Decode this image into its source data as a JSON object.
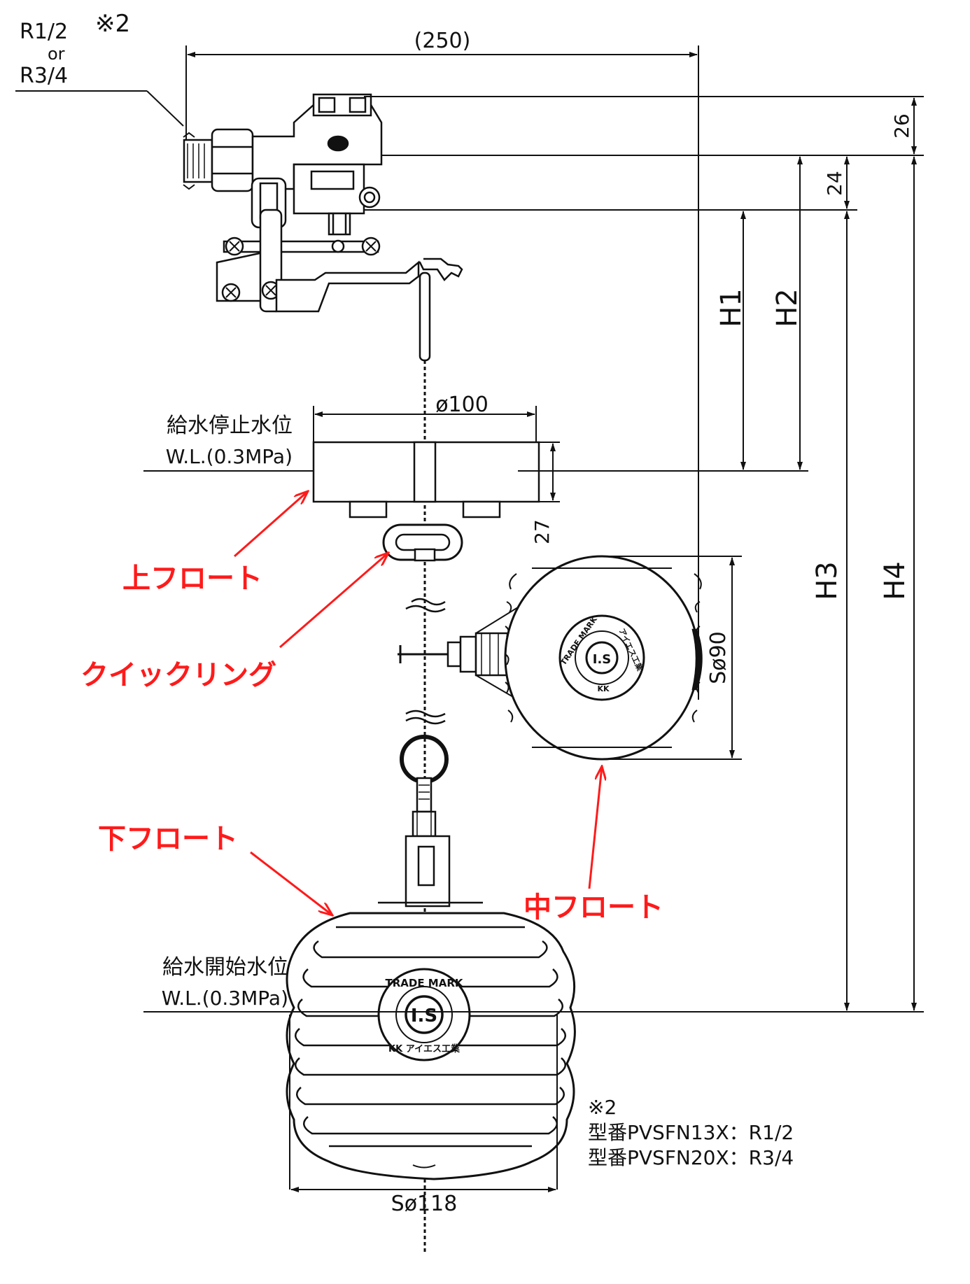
{
  "inlet": {
    "size_a": "R1/2",
    "note_mark": "※2",
    "or": "or",
    "size_b": "R3/4"
  },
  "dims": {
    "width": "(250)",
    "d26": "26",
    "d24": "24",
    "h1": "H1",
    "h2": "H2",
    "h3": "H3",
    "h4": "H4",
    "upper_dia": "ø100",
    "upper_h": "27",
    "mid_dia": "Sø90",
    "lower_dia": "Sø118"
  },
  "levels": {
    "stop_jp": "給水停止水位",
    "stop_wl": "W.L.(0.3MPa)",
    "start_jp": "給水開始水位",
    "start_wl": "W.L.(0.3MPa)"
  },
  "callouts": {
    "upper_float": "上フロート",
    "quick_ring": "クイックリング",
    "lower_float": "下フロート",
    "middle_float": "中フロート"
  },
  "trademark": {
    "top": "TRADE MARK",
    "center": "I.S",
    "bottom": "KK アイエス工業",
    "mid_top": "TRADE MARK",
    "mid_side": "アイエス工業",
    "mid_center": "I.S",
    "mid_bottom": "KK"
  },
  "notes": {
    "mark": "※2",
    "line1": "型番PVSFN13X：R1/2",
    "line2": "型番PVSFN20X：R3/4"
  }
}
